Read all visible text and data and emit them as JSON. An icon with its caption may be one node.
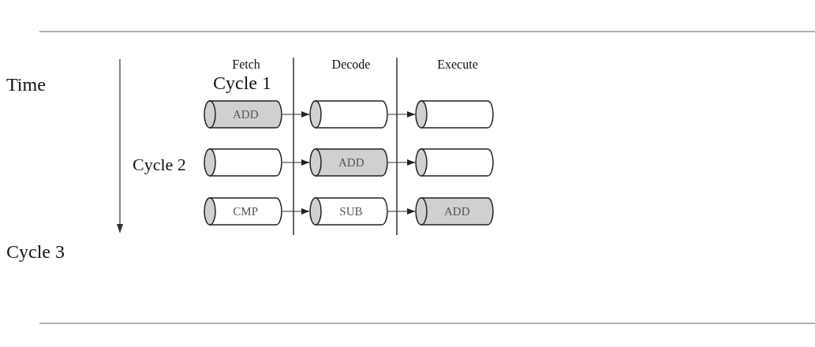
{
  "diagram": {
    "nodes": [
      {
        "text": [
          "ADD"
        ]
      },
      {
        "text": [],
        "shape": "cylinder"
      },
      {
        "text": [],
        "shape": "cylinder"
      },
      {
        "text": [],
        "shape": "cylinder"
      },
      {
        "text": [
          "ADD"
        ]
      },
      {
        "text": [],
        "shape": "cylinder"
      },
      {
        "text": [
          "CMP"
        ]
      },
      {
        "text": [
          "SUB"
        ]
      },
      {
        "text": [
          "ADD"
        ]
      }
    ],
    "edges": [
      {
        "from": 0,
        "to": 1,
        "arrow": "to"
      },
      {
        "from": 1,
        "to": 2,
        "arrow": "to"
      },
      {
        "from": 3,
        "to": 4,
        "arrow": "to"
      },
      {
        "from": 4,
        "to": 5,
        "arrow": "to"
      },
      {
        "from": 6,
        "to": 7,
        "arrow": "to"
      },
      {
        "from": 7,
        "to": 8,
        "arrow": "to"
      }
    ],
    "labels": [
      "Fetch",
      "Decode",
      "Execute",
      "Time",
      "Cycle 1",
      "Cycle 2",
      "Cycle 3"
    ]
  }
}
